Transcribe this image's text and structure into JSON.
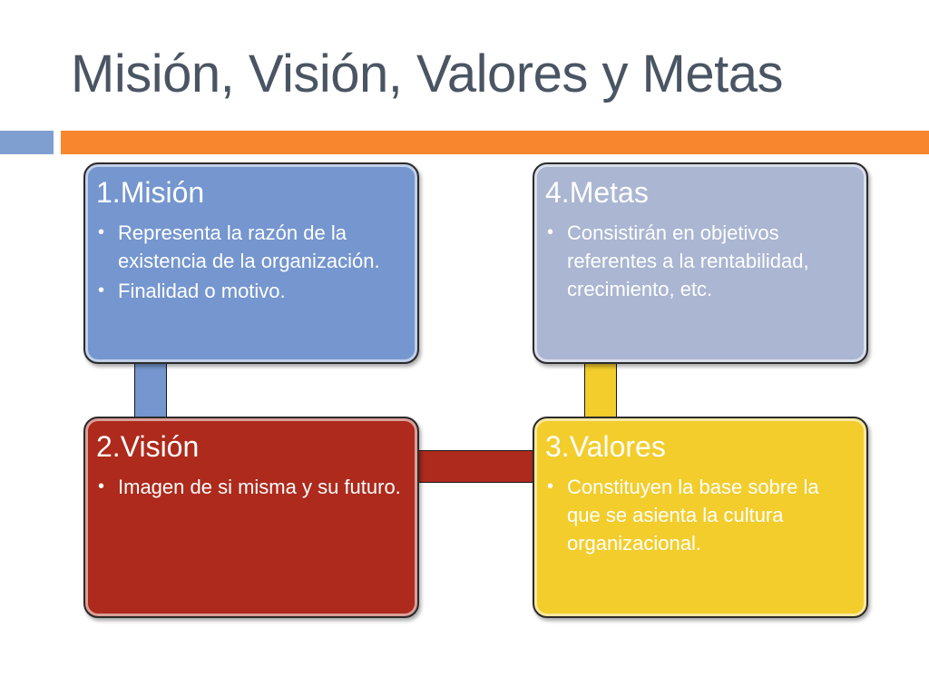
{
  "title": "Misión, Visión, Valores y Metas",
  "colors": {
    "title": "#4a5563",
    "accent_blue": "#7f9fd1",
    "accent_orange": "#f7862e",
    "mision": "#7596cf",
    "metas": "#aab6d2",
    "vision": "#ad2a1c",
    "valores": "#f2cd2c"
  },
  "bullet_icon": "bullet-dot",
  "boxes": {
    "mision": {
      "heading": "1.Misión",
      "items": [
        "Representa la razón de la existencia de la organización.",
        "Finalidad o motivo."
      ]
    },
    "metas": {
      "heading": "4.Metas",
      "items": [
        "Consistirán en objetivos referentes a la rentabilidad, crecimiento, etc."
      ]
    },
    "vision": {
      "heading": "2.Visión",
      "items": [
        "Imagen de si misma y su futuro."
      ]
    },
    "valores": {
      "heading": "3.Valores",
      "items": [
        "Constituyen la base sobre la que se asienta la cultura organizacional."
      ]
    }
  }
}
